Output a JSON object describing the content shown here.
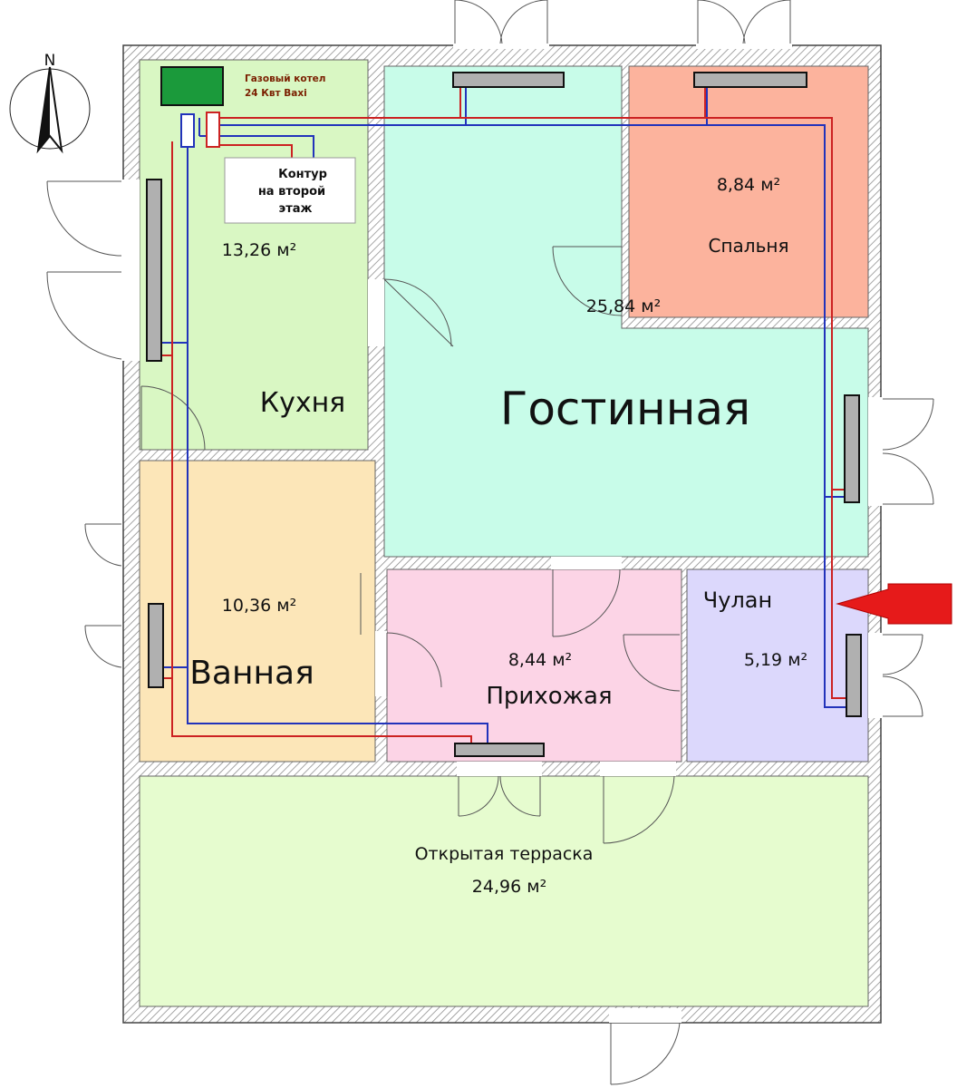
{
  "compass": {
    "label": "N"
  },
  "boiler": {
    "line1": "Газовый котел",
    "line2": "24 Квт Baxi"
  },
  "second_floor_box": {
    "line1": "Контур",
    "line2": "на второй",
    "line3": "этаж"
  },
  "rooms": {
    "kitchen": {
      "name": "Кухня",
      "area": "13,26 м²",
      "color": "#d9f7c3"
    },
    "living": {
      "name": "Гостинная",
      "area": "25,84 м²",
      "color": "#c8fce9"
    },
    "bedroom": {
      "name": "Спальня",
      "area": "8,84 м²",
      "color": "#fcb39d"
    },
    "bathroom": {
      "name": "Ванная",
      "area": "10,36 м²",
      "color": "#fce6b8"
    },
    "hallway": {
      "name": "Прихожая",
      "area": "8,44 м²",
      "color": "#fcd4e6"
    },
    "pantry": {
      "name": "Чулан",
      "area": "5,19 м²",
      "color": "#dcd8fc"
    },
    "terrace": {
      "name": "Открытая терраска",
      "area": "24,96 м²",
      "color": "#e6fccf"
    }
  },
  "colors": {
    "supply_pipe": "#cc2222",
    "return_pipe": "#2233bb",
    "radiator": "#b0b0b0",
    "boiler": "#1b9a3b",
    "arrow": "#e61a1a"
  }
}
